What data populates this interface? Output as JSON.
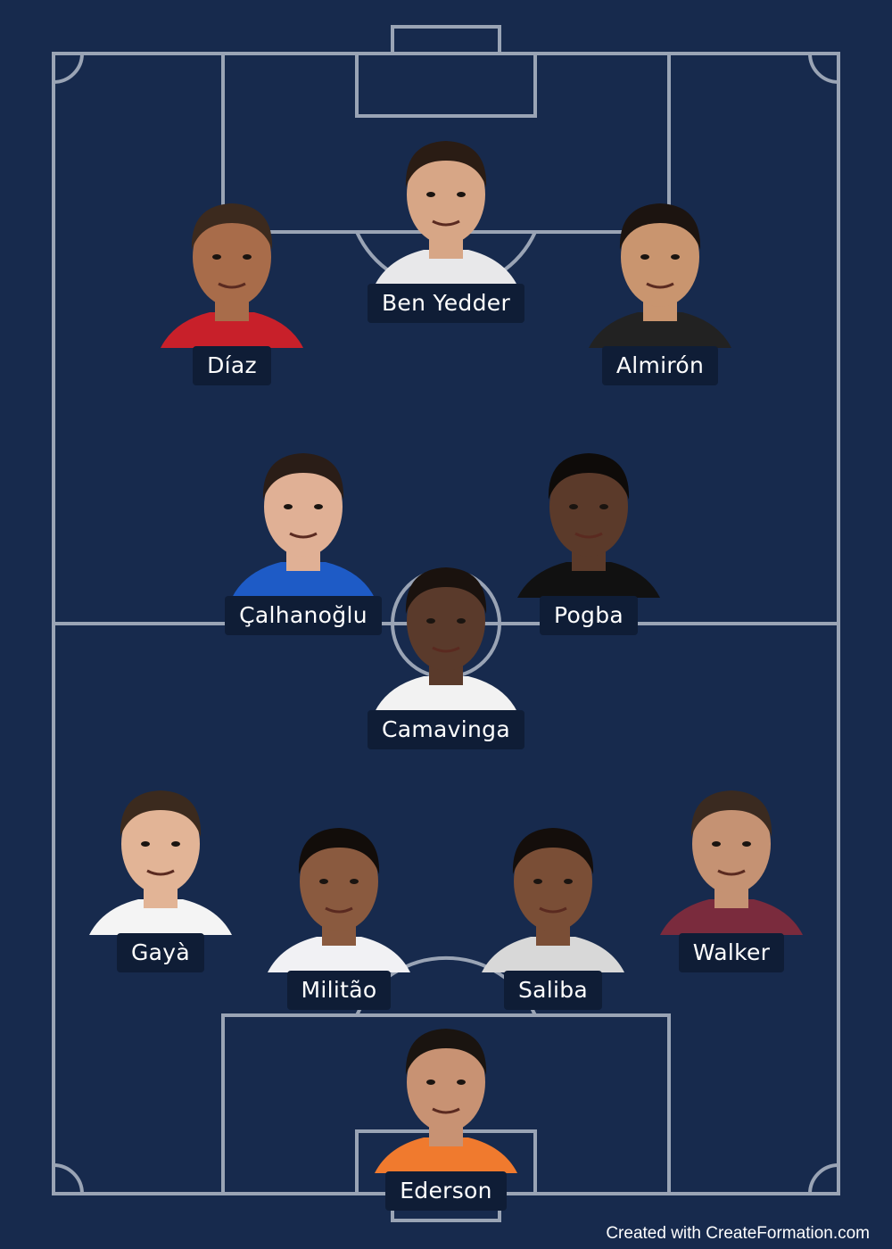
{
  "colors": {
    "background": "#172a4d",
    "pitch_lines": "#9aa4b5",
    "badge": "#0f1d36",
    "text": "#ffffff"
  },
  "players": [
    {
      "name": "Ben Yedder",
      "role": "forward",
      "shirt_color": "#e8e8ea",
      "skin": "#d7a686",
      "hair": "#2a1c14"
    },
    {
      "name": "Díaz",
      "role": "forward",
      "shirt_color": "#c8202a",
      "skin": "#a86c4a",
      "hair": "#3c2a1e"
    },
    {
      "name": "Almirón",
      "role": "forward",
      "shirt_color": "#222222",
      "skin": "#c9956f",
      "hair": "#1c1410"
    },
    {
      "name": "Çalhanoğlu",
      "role": "midfielder",
      "shirt_color": "#1e5bc6",
      "skin": "#e0b095",
      "hair": "#2a1d17"
    },
    {
      "name": "Pogba",
      "role": "midfielder",
      "shirt_color": "#111111",
      "skin": "#5b3a2a",
      "hair": "#0e0b09"
    },
    {
      "name": "Camavinga",
      "role": "midfielder",
      "shirt_color": "#f2f2f2",
      "skin": "#5a3a2b",
      "hair": "#1a120e"
    },
    {
      "name": "Gayà",
      "role": "defender",
      "shirt_color": "#f4f4f4",
      "skin": "#e2b496",
      "hair": "#3b2a1e"
    },
    {
      "name": "Militão",
      "role": "defender",
      "shirt_color": "#f1f1f4",
      "skin": "#8a5a3f",
      "hair": "#120d0a"
    },
    {
      "name": "Saliba",
      "role": "defender",
      "shirt_color": "#d8d8d8",
      "skin": "#7a4e36",
      "hair": "#140e0b"
    },
    {
      "name": "Walker",
      "role": "defender",
      "shirt_color": "#7a2b3d",
      "skin": "#c59273",
      "hair": "#3a2a20"
    },
    {
      "name": "Ederson",
      "role": "goalkeeper",
      "shirt_color": "#f07a2e",
      "skin": "#c89273",
      "hair": "#1a1410"
    }
  ],
  "footer": {
    "credit": "Created with CreateFormation.com"
  }
}
